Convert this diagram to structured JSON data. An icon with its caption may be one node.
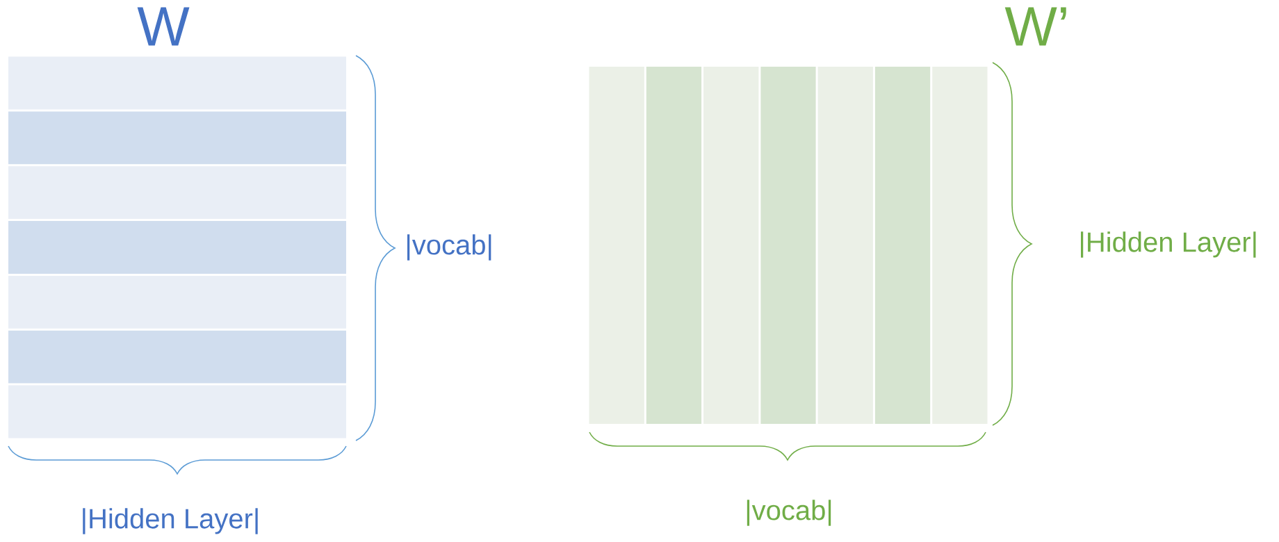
{
  "diagram": {
    "labels": [
      "W",
      "W’",
      "|vocab|",
      "|Hidden Layer|",
      "|vocab|",
      "|Hidden Layer|"
    ]
  }
}
